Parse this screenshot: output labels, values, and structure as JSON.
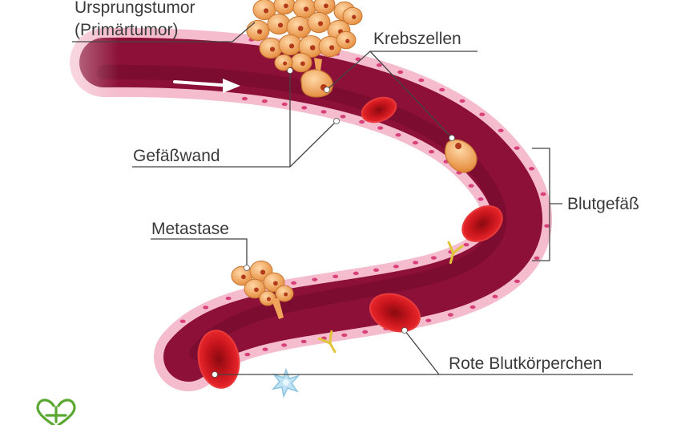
{
  "labels": {
    "primary_tumor_line1": "Ursprungstumor",
    "primary_tumor_line2": "(Primärtumor)",
    "cancer_cells": "Krebszellen",
    "vessel_wall": "Gefäßwand",
    "blood_vessel": "Blutgefäß",
    "metastasis": "Metastase",
    "red_blood_cells": "Rote Blutkörperchen"
  },
  "colors": {
    "vessel_lumen": "#8c1037",
    "vessel_wall": "#f2b3c6",
    "wall_nuclei": "#d23a73",
    "red_blood_cell": "#d0151e",
    "tumor_cell": "#f0a45a",
    "tumor_nucleus": "#b23a1a",
    "antibody": "#e0c43a",
    "white_cell": "#bfe3f5",
    "logo": "#5aa832"
  },
  "icons": {
    "logo": "heart-logo-icon",
    "flow_arrow": "arrow-right-icon"
  }
}
